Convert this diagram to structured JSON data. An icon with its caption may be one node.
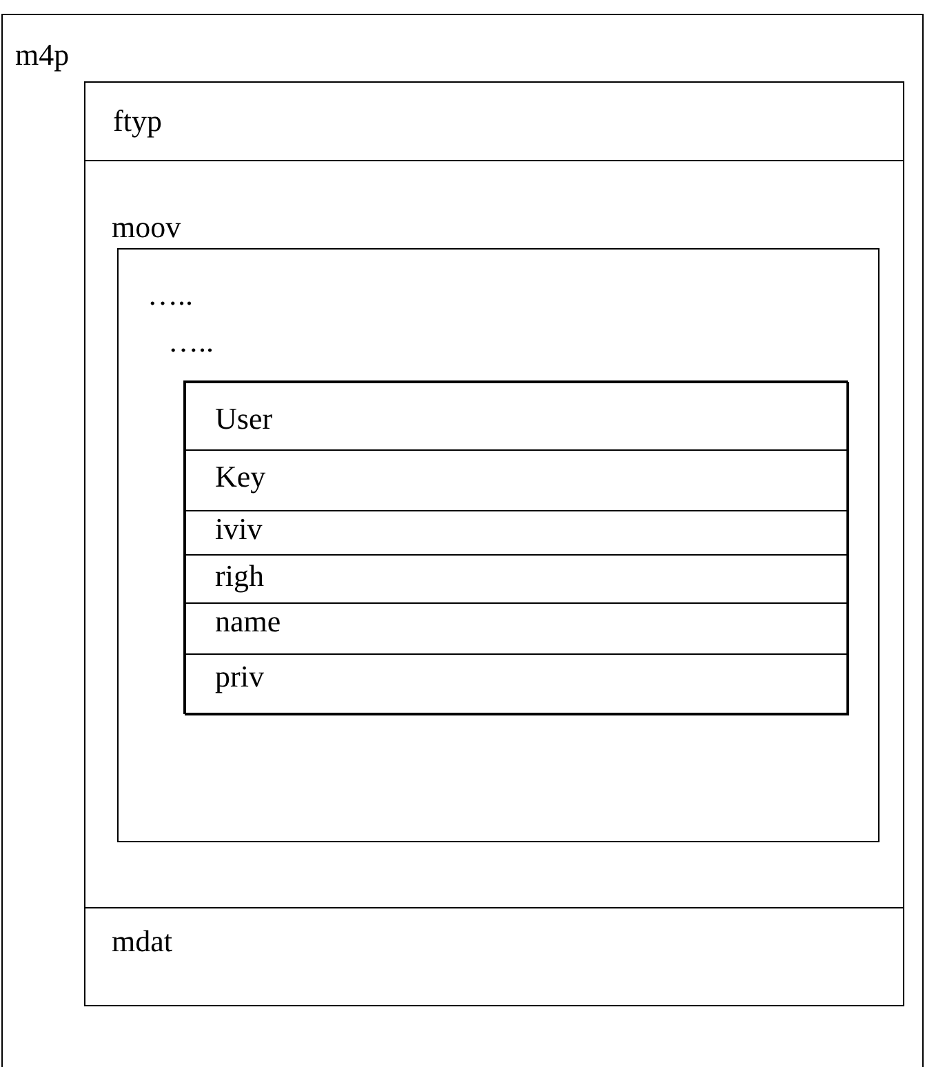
{
  "diagram": {
    "nodes": [
      {
        "text": [
          "m4p"
        ]
      },
      {
        "text": [
          "ftyp"
        ],
        "in": 0
      },
      {
        "text": [
          "moov"
        ],
        "in": 0
      },
      {
        "text": [
          "…..",
          "….."
        ],
        "in": 2
      },
      {
        "text": [],
        "shape": "box",
        "in": 3
      },
      {
        "text": [
          "User"
        ],
        "in": 4
      },
      {
        "text": [
          "Key"
        ],
        "in": 4
      },
      {
        "text": [
          "iviv"
        ],
        "in": 4
      },
      {
        "text": [
          "righ"
        ],
        "in": 4
      },
      {
        "text": [
          "name"
        ],
        "in": 4
      },
      {
        "text": [
          "priv"
        ],
        "in": 4
      },
      {
        "text": [
          "mdat"
        ],
        "in": 0
      }
    ]
  }
}
